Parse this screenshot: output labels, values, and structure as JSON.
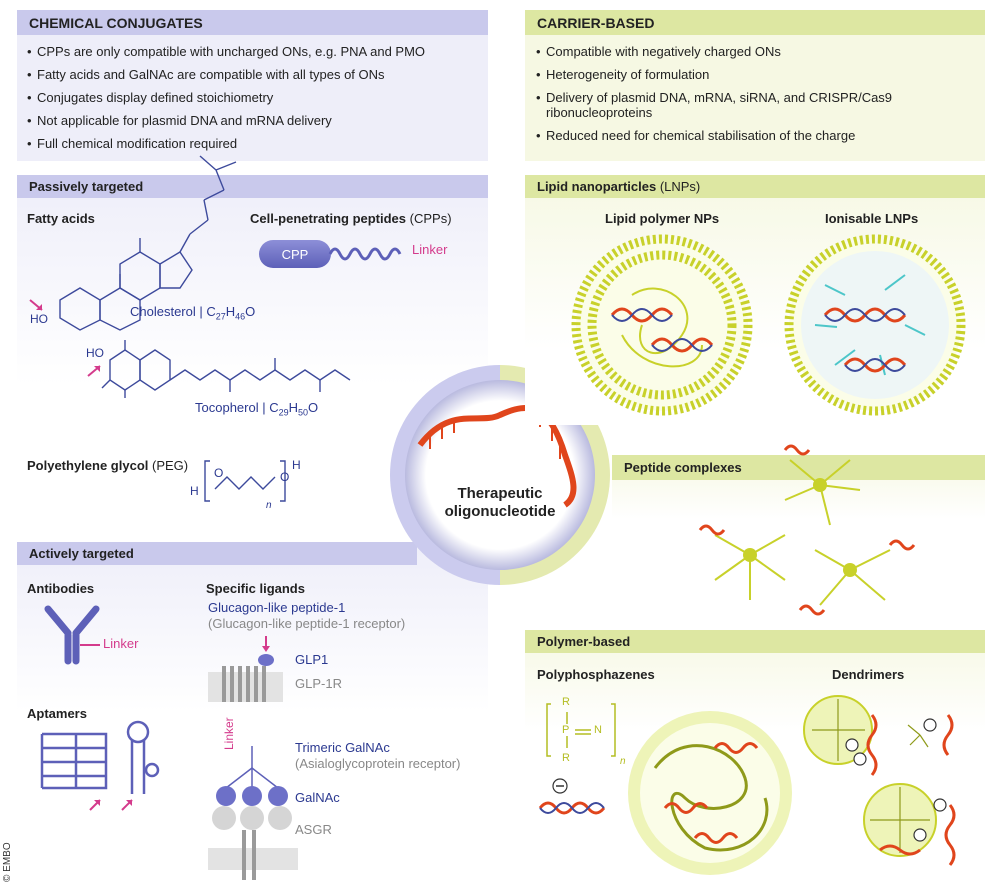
{
  "conj": {
    "title": "CHEMICAL CONJUGATES",
    "bullets": [
      "CPPs are only compatible with uncharged ONs, e.g. PNA and PMO",
      "Fatty acids and GalNAc are compatible with all types of ONs",
      "Conjugates display defined stoichiometry",
      "Not applicable for plasmid DNA and mRNA delivery",
      "Full chemical modification required"
    ]
  },
  "carrier": {
    "title": "CARRIER-BASED",
    "bullets": [
      "Compatible with negatively charged ONs",
      "Heterogeneity of formulation",
      "Delivery of plasmid DNA, mRNA, siRNA, and CRISPR/Cas9 ribonucleoproteins",
      "Reduced need for chemical stabilisation of the charge"
    ]
  },
  "passive": {
    "title": "Passively targeted",
    "fatty": "Fatty acids",
    "cpp_title": "Cell-penetrating peptides",
    "cpp_abbr": "(CPPs)",
    "cpp_box": "CPP",
    "linker": "Linker",
    "ho1": "HO",
    "cholesterol": "Cholesterol | C",
    "chol_sub1": "27",
    "chol_h": "H",
    "chol_sub2": "46",
    "chol_o": "O",
    "ho2": "HO",
    "tocopherol": "Tocopherol | C",
    "toc_sub1": "29",
    "toc_h": "H",
    "toc_sub2": "50",
    "toc_o": "O",
    "peg_title": "Polyethylene glycol",
    "peg_abbr": "(PEG)",
    "peg_h1": "H",
    "peg_o1": "O",
    "peg_o2": "O",
    "peg_h2": "H",
    "peg_n": "n"
  },
  "active": {
    "title": "Actively targeted",
    "antibodies": "Antibodies",
    "ab_linker": "Linker",
    "ligands": "Specific ligands",
    "glp_name": "Glucagon-like peptide-1",
    "glp_receptor": "(Glucagon-like peptide-1 receptor)",
    "glp1": "GLP1",
    "glp1r": "GLP-1R",
    "aptamers": "Aptamers",
    "linker_vert": "Linker",
    "galnac_tri": "Trimeric GalNAc",
    "asgr_full": "(Asialoglycoprotein receptor)",
    "galnac": "GalNAc",
    "asgr": "ASGR"
  },
  "center": {
    "line1": "Therapeutic",
    "line2": "oligonucleotide"
  },
  "lnp": {
    "title": "Lipid nanoparticles",
    "abbr": "(LNPs)",
    "sub1": "Lipid polymer NPs",
    "sub2": "Ionisable LNPs"
  },
  "peptide": {
    "title": "Peptide complexes"
  },
  "polymer": {
    "title": "Polymer-based",
    "sub1": "Polyphosphazenes",
    "sub2": "Dendrimers",
    "r1": "R",
    "r2": "R",
    "p": "P",
    "n_atom": "N",
    "n_sub": "n"
  },
  "copyright": "© EMBO",
  "colors": {
    "blue_band": "#c9c9ec",
    "blue_light": "#eeeef9",
    "green_band": "#dde7a2",
    "green_light": "#f6f8e3",
    "lipid": "#c8d12a",
    "dna_red": "#e0451c",
    "dna_blue": "#3d4a9c",
    "teal": "#4cc6c9",
    "pink": "#d43b8c",
    "navy": "#2b3990"
  }
}
